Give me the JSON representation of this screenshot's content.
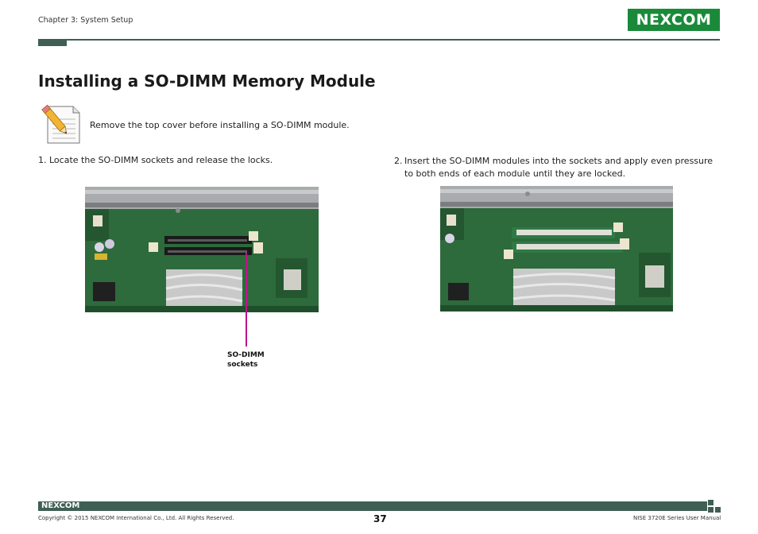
{
  "header": {
    "chapter": "Chapter 3: System Setup",
    "logo": "NEXCOM"
  },
  "page_title": "Installing a SO-DIMM Memory Module",
  "note": {
    "icon": "note-pencil-icon",
    "text": "Remove the top cover before installing a SO-DIMM module."
  },
  "steps": [
    {
      "number": "1.",
      "text": "Locate the SO-DIMM sockets and release the locks."
    },
    {
      "number": "2.",
      "text": "Insert the SO-DIMM modules into the sockets and apply even pressure to both ends of each module until they are locked."
    }
  ],
  "callout": {
    "line1": "SO-DIMM",
    "line2": "sockets",
    "color": "#c0138a"
  },
  "footer": {
    "logo": "NEXCOM",
    "copyright": "Copyright © 2015 NEXCOM International Co., Ltd. All Rights Reserved.",
    "page_number": "37",
    "manual": "NISE 3720E Series User Manual"
  },
  "colors": {
    "brand_green": "#1a8a3a",
    "rule": "#3f5f55",
    "board_green": "#2f6b3a",
    "foil": "#c9c9c9"
  }
}
